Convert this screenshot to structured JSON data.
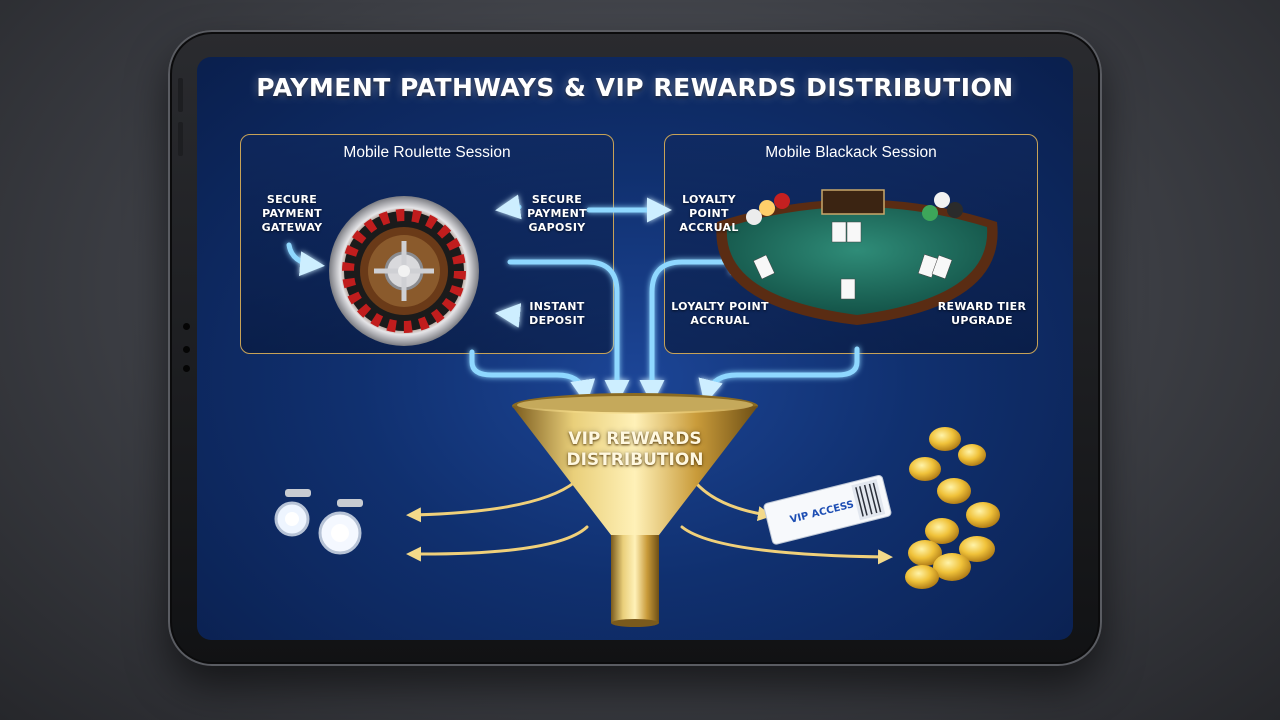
{
  "title": "PAYMENT PATHWAYS & VIP REWARDS DISTRIBUTION",
  "panels": {
    "roulette": {
      "title": "Mobile Roulette Session",
      "labels": {
        "left_gateway": [
          "SECURE",
          "PAYMENT",
          "GATEWAY"
        ],
        "right_gateway": [
          "SECURE",
          "PAYMENT",
          "GAPOSIY"
        ],
        "instant_deposit": [
          "INSTANT",
          "DEPOSIT"
        ]
      }
    },
    "blackjack": {
      "title": "Mobile Blackack Session",
      "labels": {
        "loyalty_top": [
          "LOYALTY",
          "POINT",
          "ACCRUAL"
        ],
        "loyalty_bottom": [
          "LOYALTY POINT",
          "ACCRUAL"
        ],
        "reward_tier": [
          "REWARD TIER",
          "UPGRADE"
        ]
      }
    }
  },
  "funnel": {
    "label": [
      "VIP REWARDS",
      "DISTRIBUTION"
    ]
  },
  "rewards": {
    "ticket_text": "VIP ACCESS",
    "items": [
      "cufflinks-icon",
      "vip-ticket-icon",
      "gold-coins-icon"
    ]
  },
  "colors": {
    "screen": "#10306f",
    "panel_border": "#c7a257",
    "flow_arrow": "#7fd0ff",
    "gold": "#d6b04a"
  }
}
